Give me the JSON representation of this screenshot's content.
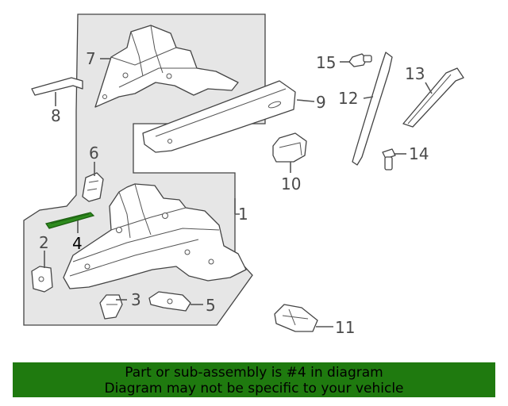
{
  "diagram": {
    "callouts": [
      "1",
      "2",
      "3",
      "4",
      "5",
      "6",
      "7",
      "8",
      "9",
      "10",
      "11",
      "12",
      "13",
      "14",
      "15"
    ],
    "highlighted_part": "4",
    "highlight_color": "#2e8b1e"
  },
  "banner": {
    "line1": "Part or sub-assembly is #4 in diagram",
    "line2": "Diagram may not be specific to your vehicle",
    "background": "#1f7a0f"
  }
}
